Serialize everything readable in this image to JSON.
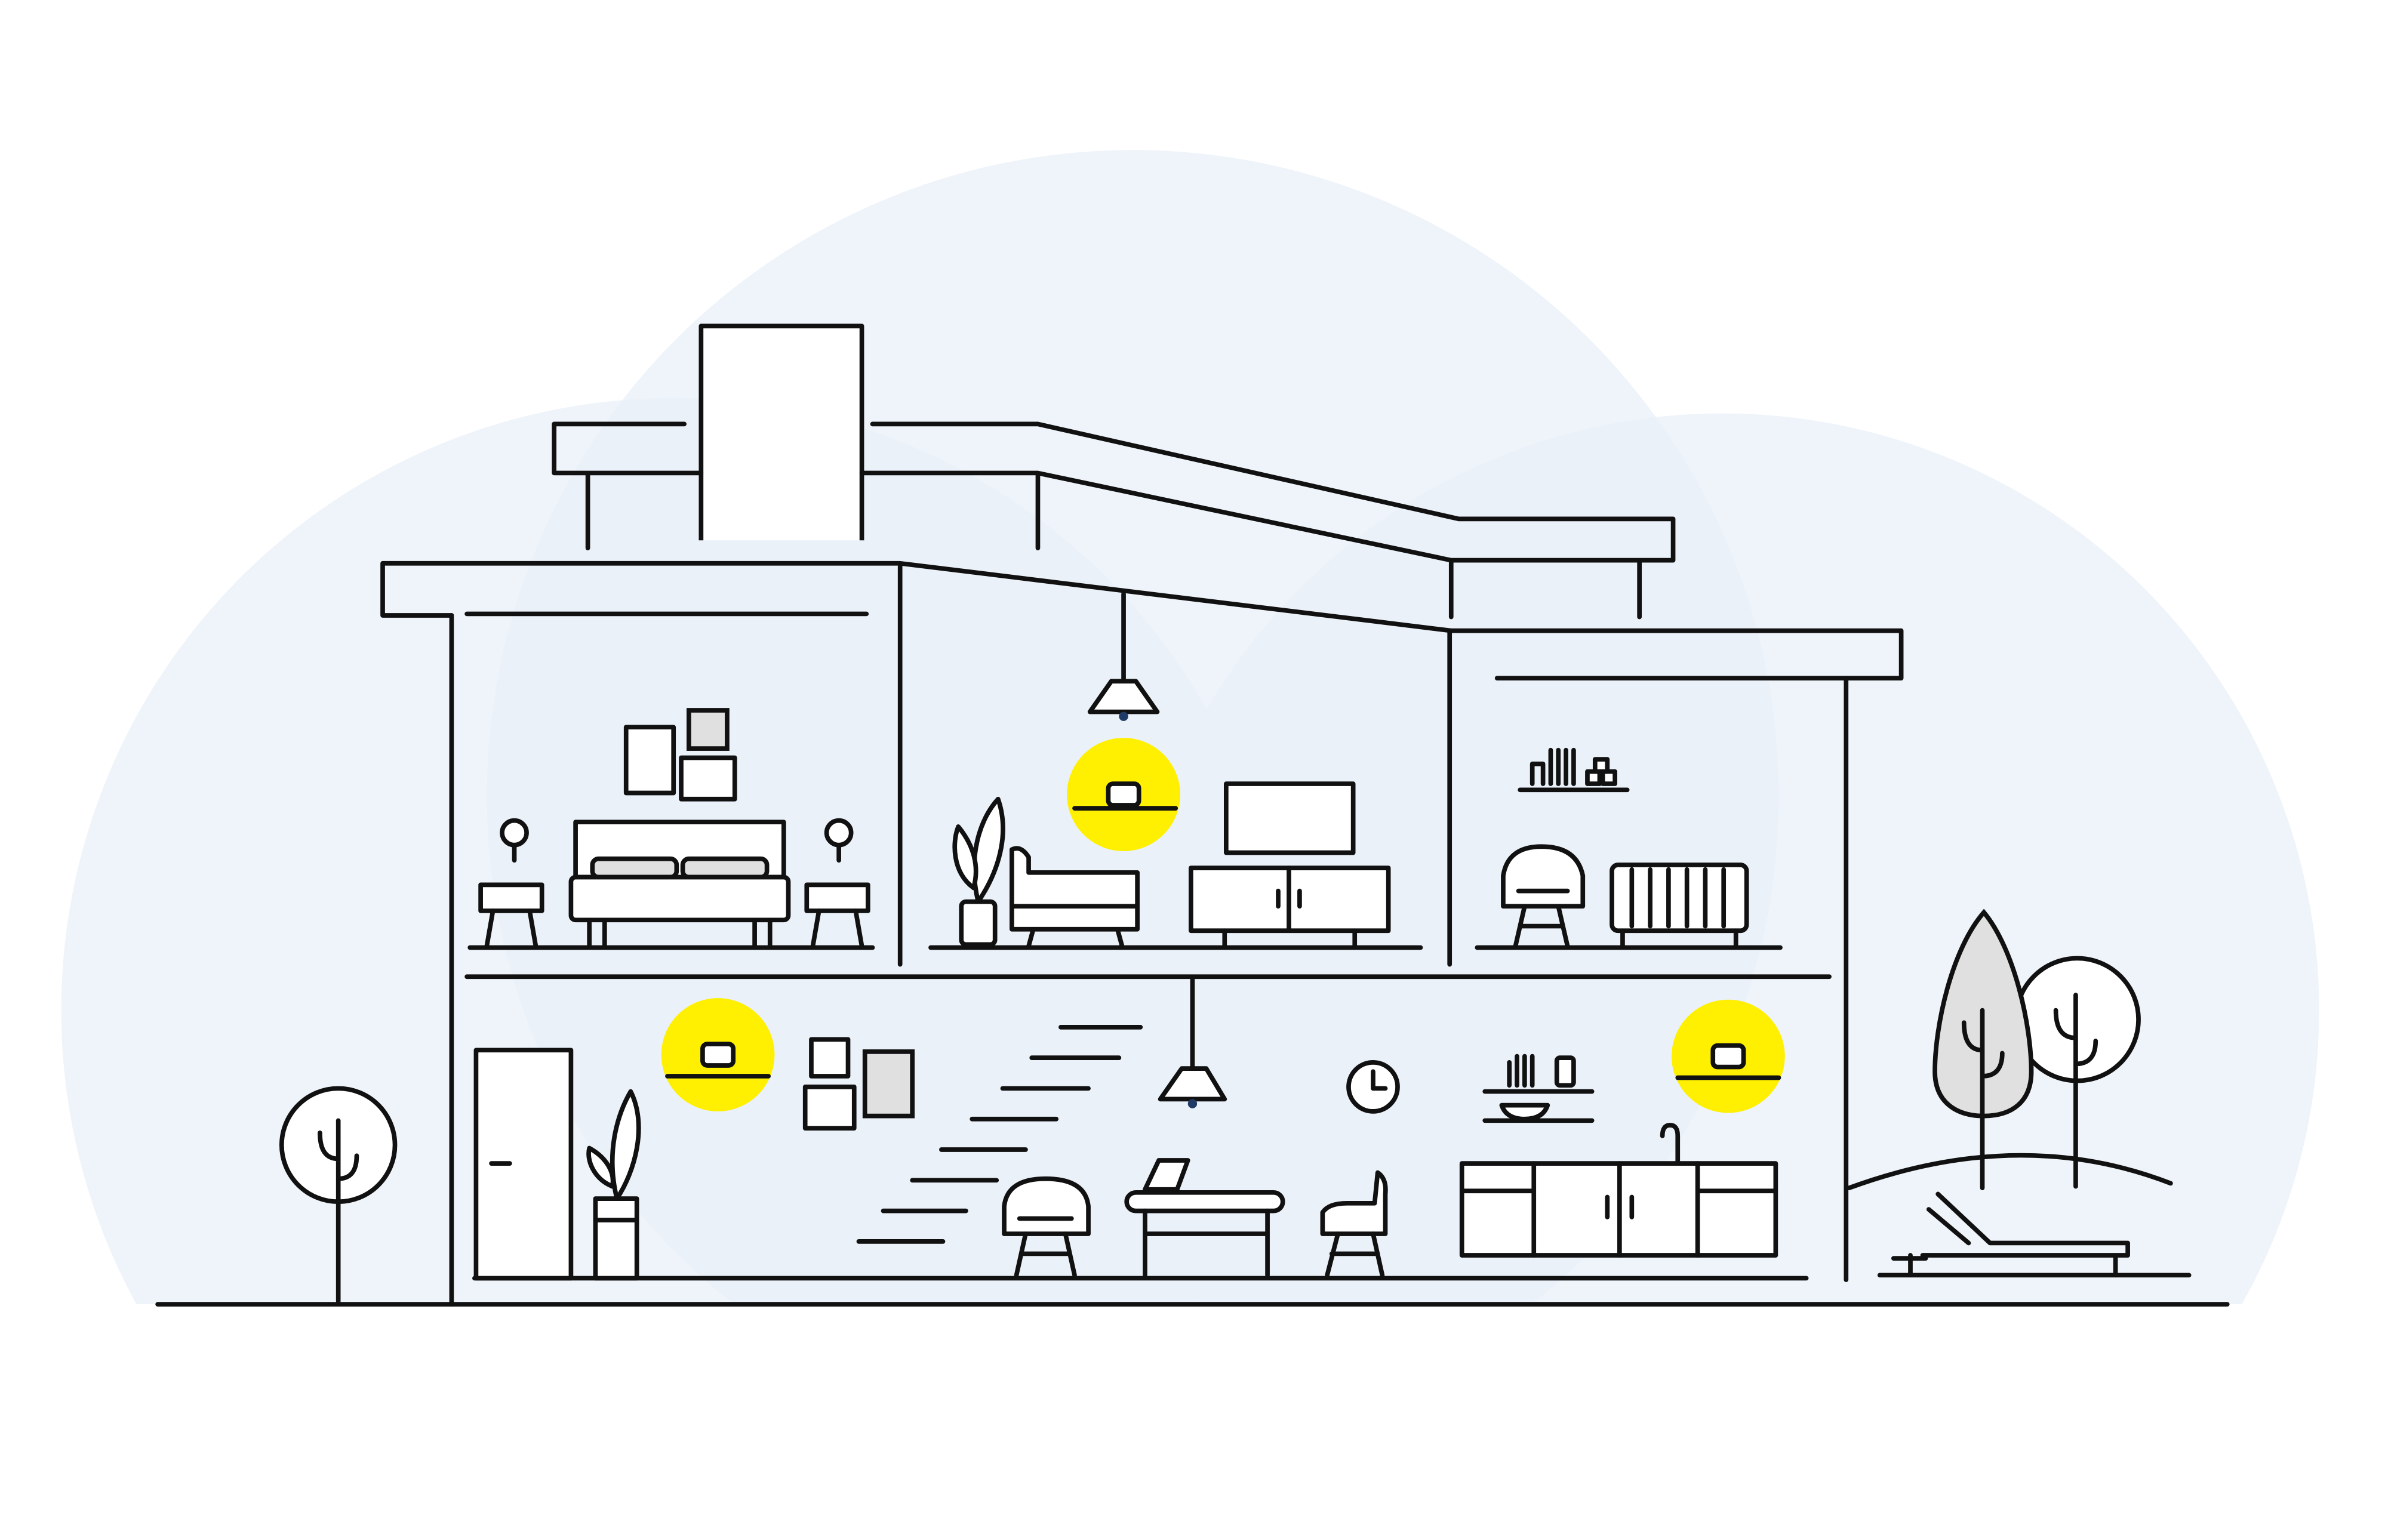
{
  "colors": {
    "background": "#ffffff",
    "coverage_light": "#f0f5fa",
    "coverage_overlap": "#e3ecf6",
    "node_highlight": "#ffef00",
    "line": "#111111",
    "accent_gray": "#e0e0e0"
  },
  "nodes": [
    {
      "room": "upstairs-living"
    },
    {
      "room": "ground-hall"
    },
    {
      "room": "ground-kitchen"
    }
  ]
}
